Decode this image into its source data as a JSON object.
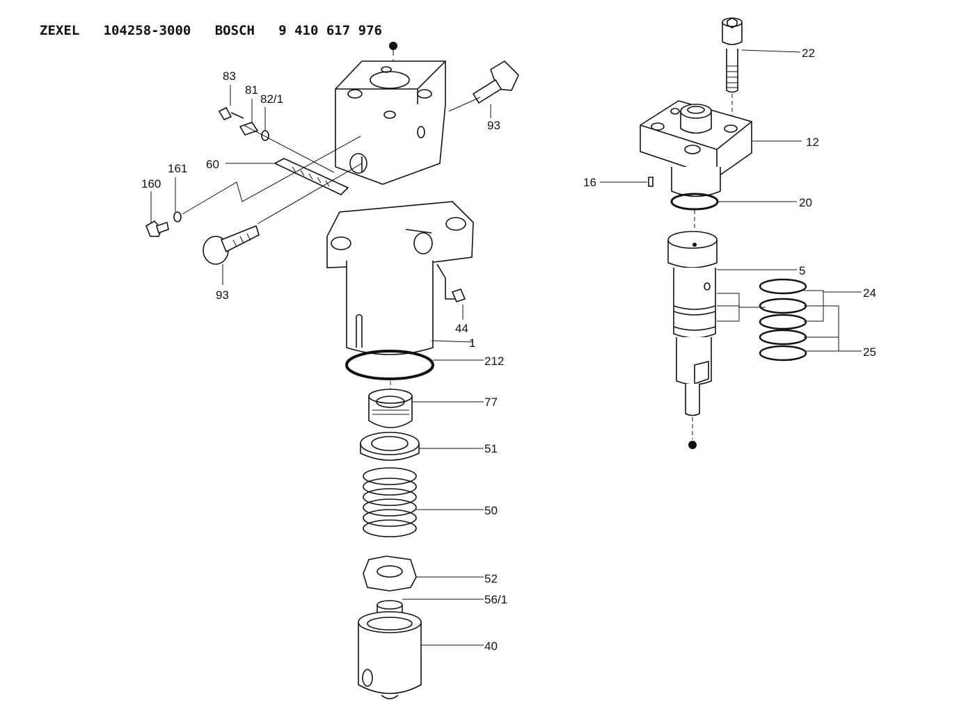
{
  "header": {
    "maker1": "ZEXEL",
    "part1": "104258-3000",
    "maker2": "BOSCH",
    "part2": "9 410 617 976"
  },
  "callouts": {
    "c83": "83",
    "c81": "81",
    "c82_1": "82/1",
    "c93a": "93",
    "c93b": "93",
    "c60": "60",
    "c161": "161",
    "c160": "160",
    "c44": "44",
    "c1": "1",
    "c212": "212",
    "c77": "77",
    "c51": "51",
    "c50": "50",
    "c52": "52",
    "c56_1": "56/1",
    "c40": "40",
    "c22": "22",
    "c12": "12",
    "c16": "16",
    "c20": "20",
    "c5": "5",
    "c24": "24",
    "c25": "25"
  }
}
